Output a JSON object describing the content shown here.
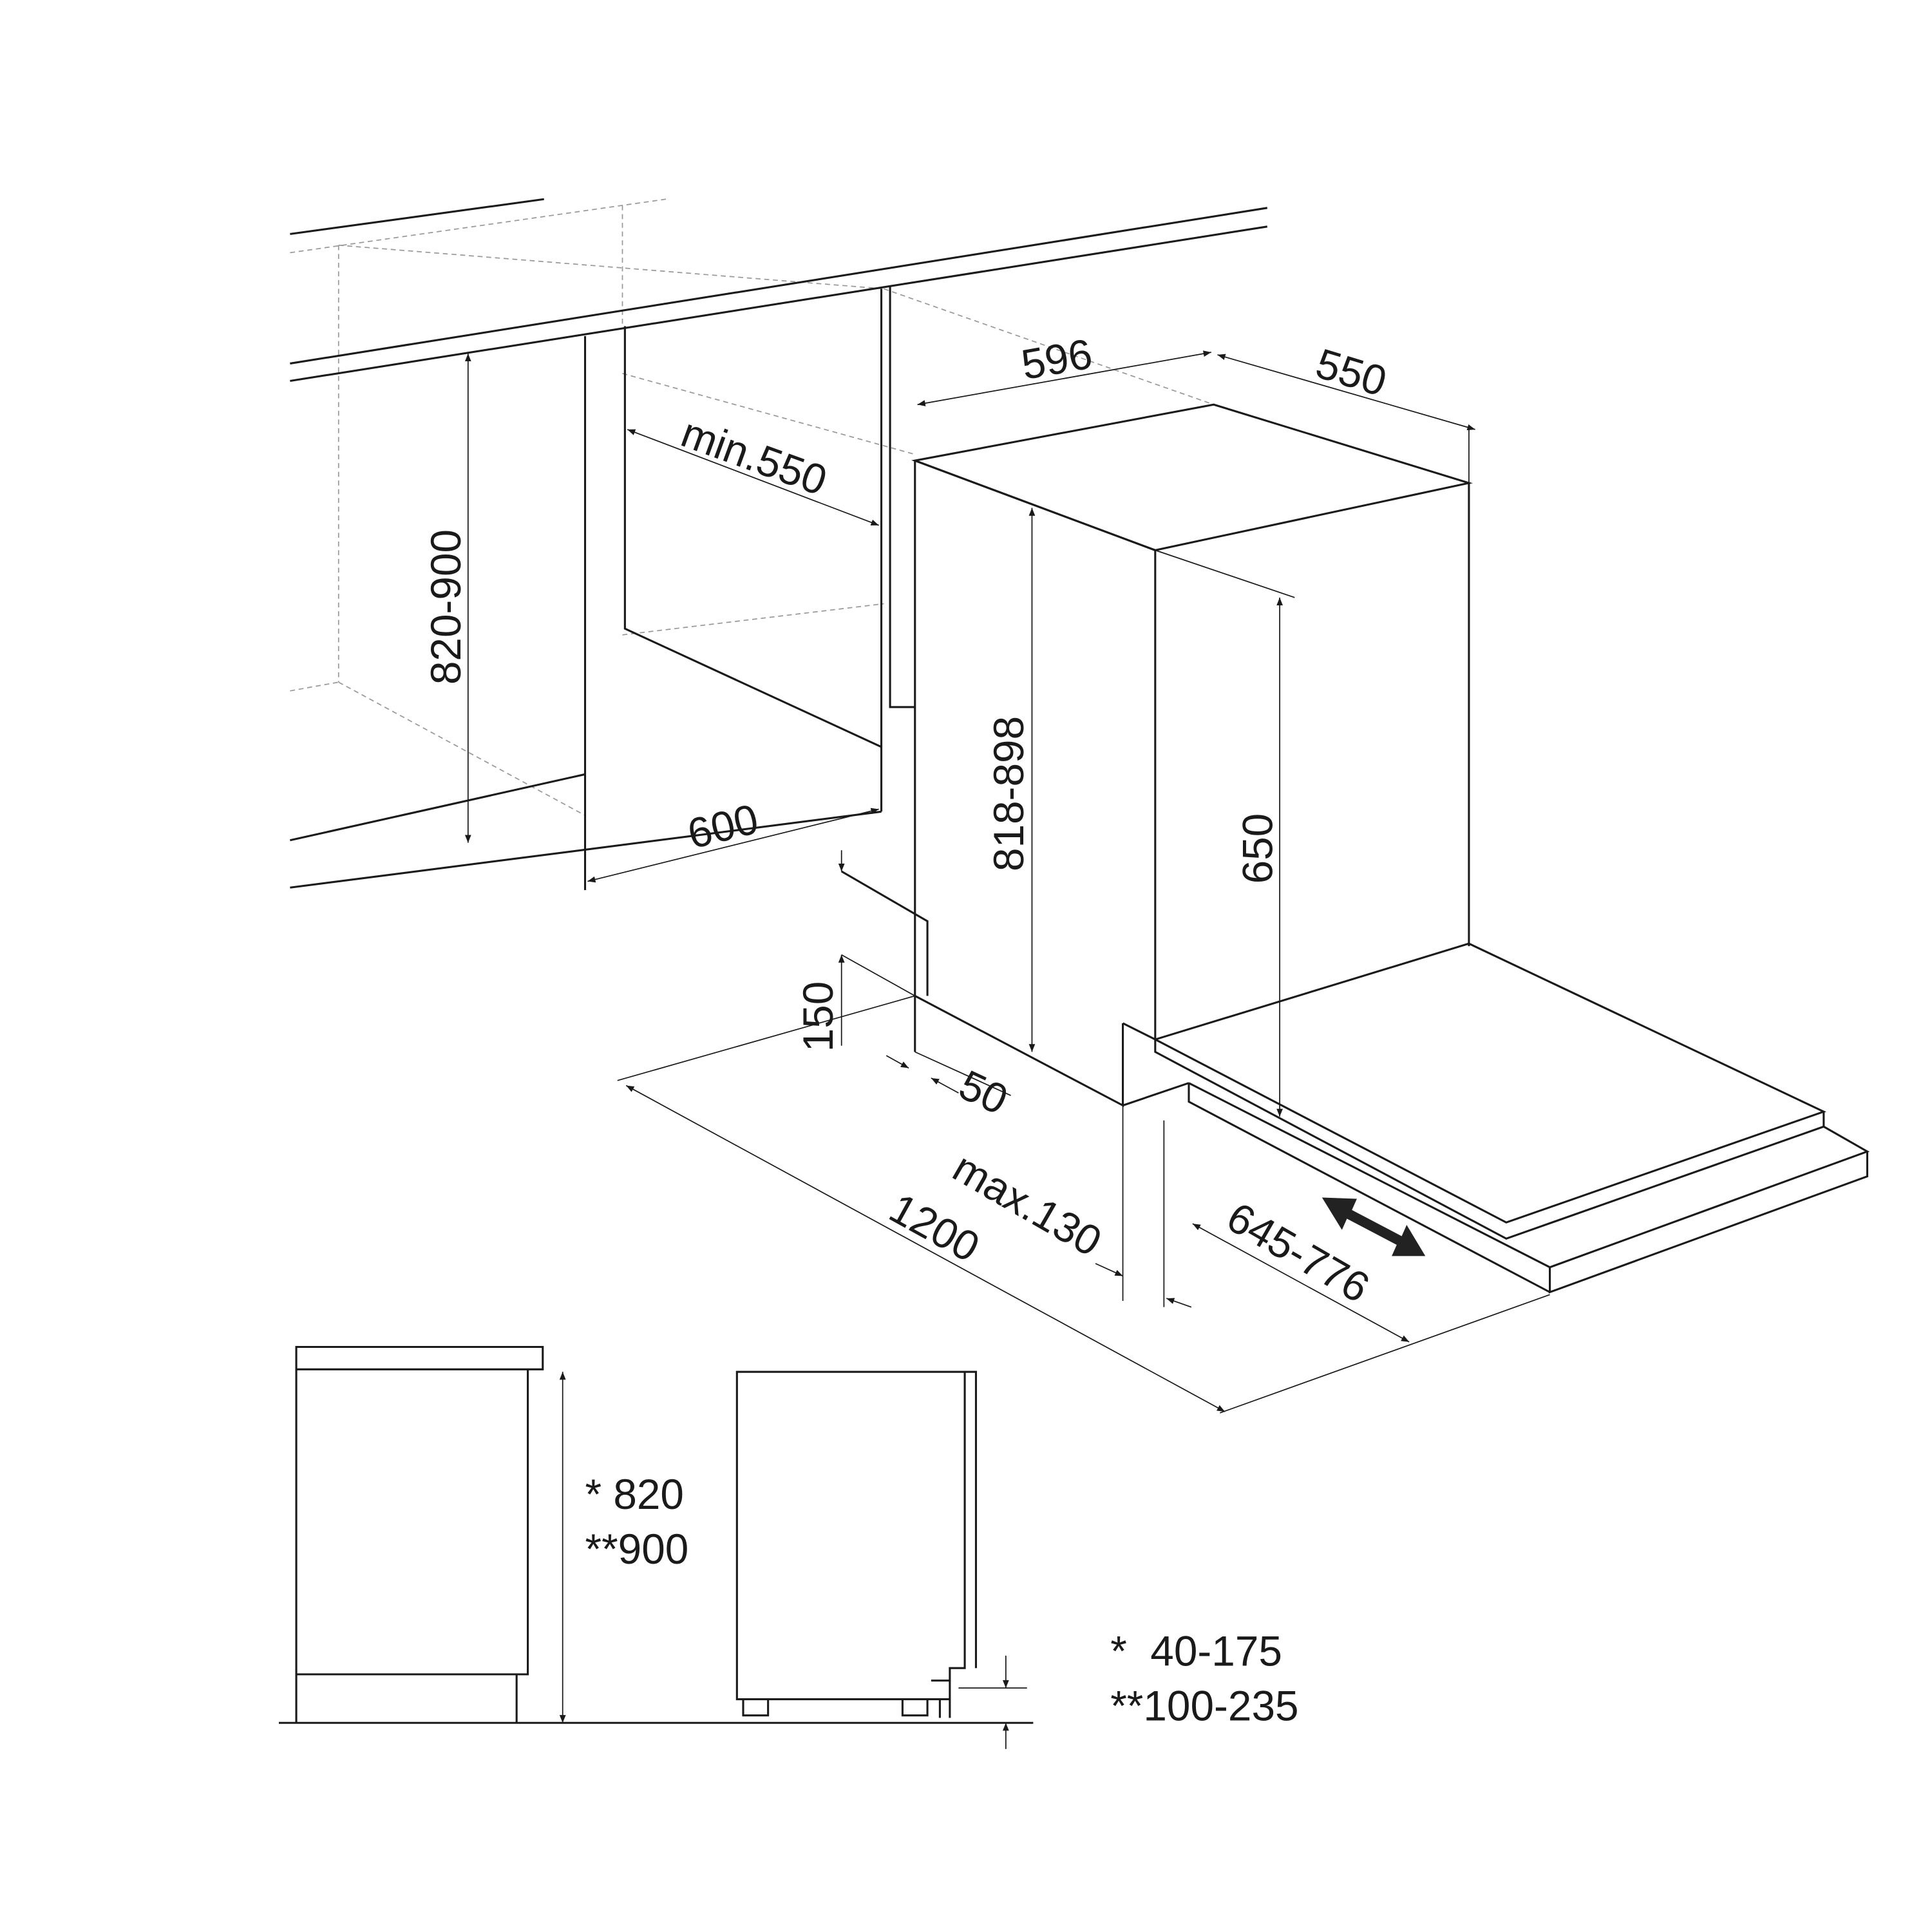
{
  "labels": {
    "cabinet_width": "596",
    "cabinet_depth": "550",
    "niche_min_depth": "min.550",
    "niche_height": "820-900",
    "niche_width": "600",
    "appliance_height": "818-898",
    "door_height": "650",
    "plinth_height": "150",
    "plinth_setback": "50",
    "max_offset": "max.130",
    "door_clearance": "1200",
    "door_panel_range": "645-776",
    "height_note_1": "* 820",
    "height_note_2": "**900",
    "plinth_note_1": "*  40-175",
    "plinth_note_2": "**100-235"
  },
  "icons": [
    "double-arrow-icon"
  ]
}
